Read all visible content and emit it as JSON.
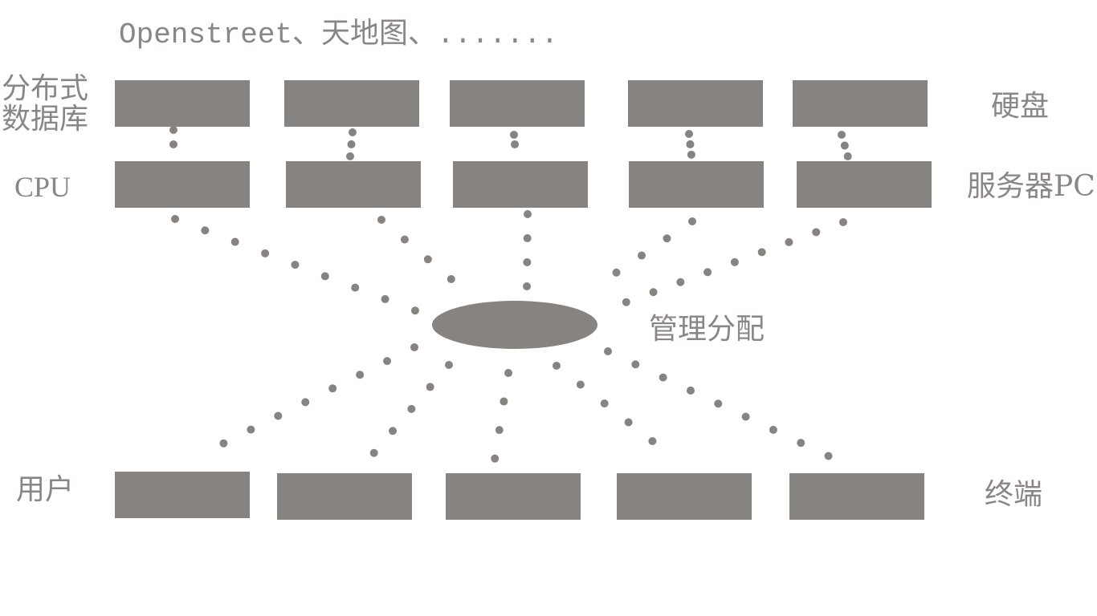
{
  "title": "Openstreet、天地图、.......",
  "labels": {
    "database": "分布式\n数据库",
    "database_line1": "分布式",
    "database_line2": "数据库",
    "disk": "硬盘",
    "cpu": "CPU",
    "server": "服务器PC",
    "manager": "管理分配",
    "user": "用户",
    "terminal": "终端"
  },
  "colors": {
    "shape": "#878381",
    "text": "#8a8685"
  }
}
